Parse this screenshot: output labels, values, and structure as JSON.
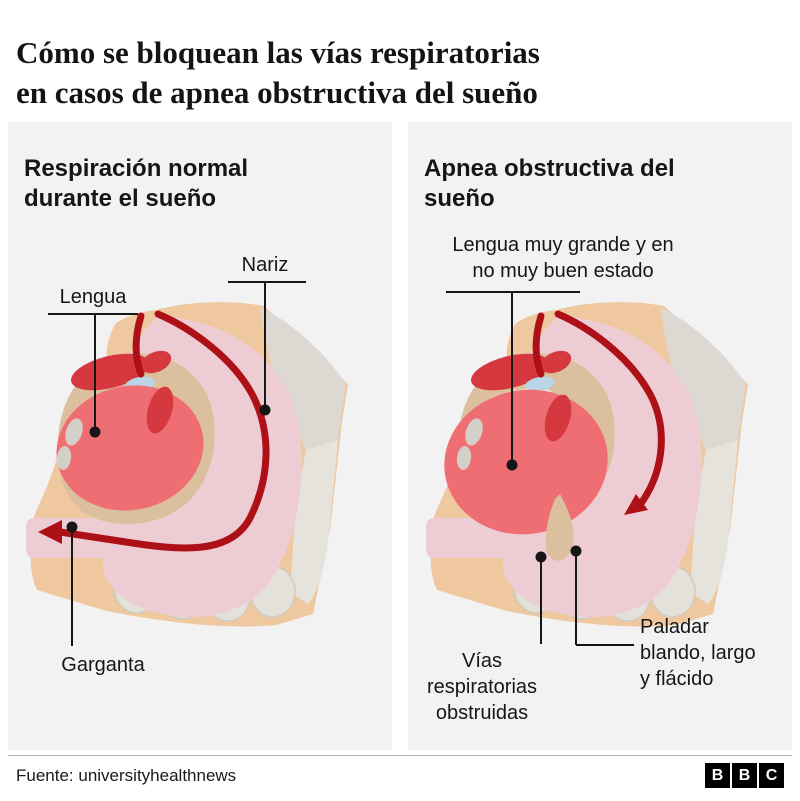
{
  "title": {
    "lines": [
      "Cómo se bloquean las vías respiratorias",
      "en casos de apnea obstructiva del sueño"
    ]
  },
  "panels": {
    "normal": {
      "heading_lines": [
        "Respiración normal",
        "durante el sueño"
      ],
      "labels": {
        "nariz": "Nariz",
        "lengua": "Lengua",
        "garganta": "Garganta"
      }
    },
    "apnea": {
      "heading_lines": [
        "Apnea obstructiva del",
        "sueño"
      ],
      "labels": {
        "lengua_grande_lines": [
          "Lengua muy grande y en",
          "no muy buen estado"
        ],
        "vias_lines": [
          "Vías",
          "respiratorias",
          "obstruidas"
        ],
        "paladar_lines": [
          "Paladar",
          "blando, largo",
          "y flácido"
        ]
      }
    }
  },
  "footer": {
    "source": "Fuente: universityhealthnews",
    "logo": [
      "B",
      "B",
      "C"
    ]
  },
  "colors": {
    "panel_bg": "#f2f2f2",
    "skin": "#f0c89f",
    "bone": "#dcd9d2",
    "pharynx_pink": "#eeccd3",
    "mouth_tan": "#dcc09e",
    "tongue_red": "#ef6e74",
    "nasal_red": "#d63840",
    "airflow_arrow": "#ad1117",
    "label_line": "#161616"
  }
}
